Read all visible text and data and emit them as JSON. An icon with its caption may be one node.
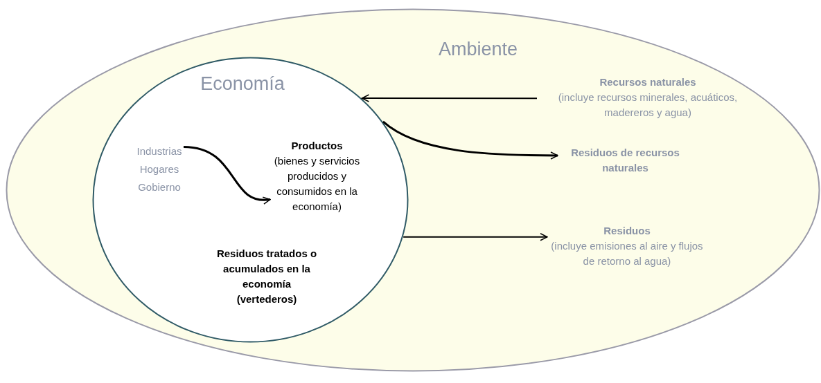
{
  "diagram": {
    "nodes": [
      {
        "text": [
          "Ambiente"
        ]
      },
      {
        "text": [
          "Economía"
        ],
        "in": 0
      },
      {
        "text": [
          "Industrias Hogares Gobierno"
        ],
        "in": 1
      },
      {
        "text": [
          "Productos",
          "(bienes y servicios producidos y consumidos en la economía)"
        ],
        "in": 1
      },
      {
        "text": [
          "Residuos tratados o acumulados en la economía",
          "(vertederos)"
        ],
        "in": 1
      },
      {
        "text": [
          "Recursos naturales",
          "(incluye recursos minerales, acuáticos, madereros y agua)"
        ],
        "in": 0
      },
      {
        "text": [
          "Residuos de recursos naturales"
        ],
        "in": 0
      },
      {
        "text": [
          "Residuos",
          "(incluye emisiones al aire y flujos de retorno al agua)"
        ],
        "in": 0
      }
    ],
    "edges": [
      {
        "from": 2,
        "to": 3,
        "arrow": "to"
      },
      {
        "from": 5,
        "to": 1,
        "arrow": "to"
      },
      {
        "from": 1,
        "to": 6,
        "arrow": "to"
      },
      {
        "from": 1,
        "to": 7,
        "arrow": "to"
      }
    ]
  }
}
